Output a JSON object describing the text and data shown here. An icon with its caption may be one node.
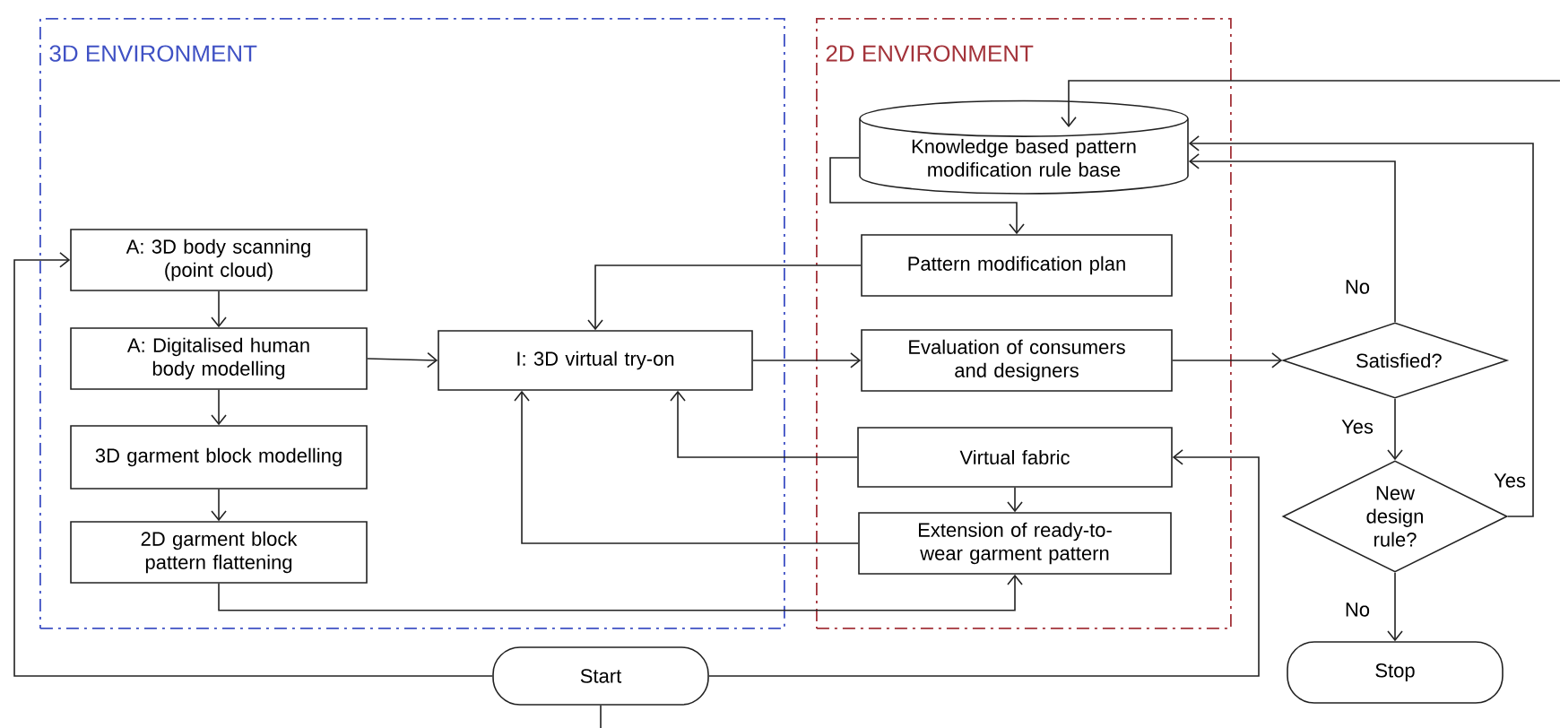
{
  "diagram": {
    "nodes": [
      {
        "text": [
          "3D ENVIRONMENT"
        ]
      },
      {
        "text": [
          "A: 3D body scanning (point cloud)"
        ],
        "in": 0
      },
      {
        "text": [
          "A: Digitalised human body modelling"
        ],
        "in": 0
      },
      {
        "text": [
          "3D garment block modelling"
        ],
        "in": 0
      },
      {
        "text": [
          "2D garment block pattern flattening"
        ],
        "in": 0
      },
      {
        "text": [
          "I: 3D virtual try-on"
        ],
        "in": 0
      },
      {
        "text": [
          "2D ENVIRONMENT"
        ]
      },
      {
        "text": [
          "Knowledge based pattern modification rule base"
        ],
        "in": 6
      },
      {
        "text": [
          "Pattern modification plan"
        ],
        "in": 6
      },
      {
        "text": [
          "Evaluation of consumers and designers"
        ],
        "in": 6
      },
      {
        "text": [
          "Virtual fabric"
        ],
        "in": 6
      },
      {
        "text": [
          "Extension of ready-to-wear garment pattern"
        ],
        "in": 6
      },
      {
        "text": [
          "Satisfied?"
        ]
      },
      {
        "text": [
          "New design rule?"
        ]
      },
      {
        "text": [
          "Start"
        ]
      },
      {
        "text": [
          "Stop"
        ]
      }
    ],
    "edges": [
      {
        "from": 14,
        "to": 1,
        "arrow": "to"
      },
      {
        "from": 14,
        "to": 10,
        "arrow": "to"
      },
      {
        "from": 14,
        "to": null,
        "arrow": "none"
      },
      {
        "from": null,
        "to": 7,
        "arrow": "to"
      },
      {
        "from": 1,
        "to": 2,
        "arrow": "to"
      },
      {
        "from": 2,
        "to": 3,
        "arrow": "to"
      },
      {
        "from": 3,
        "to": 4,
        "arrow": "to"
      },
      {
        "from": 2,
        "to": 5,
        "arrow": "to"
      },
      {
        "from": 4,
        "to": 11,
        "arrow": "to"
      },
      {
        "from": 7,
        "to": 8,
        "arrow": "to"
      },
      {
        "from": 8,
        "to": 5,
        "arrow": "to"
      },
      {
        "from": 5,
        "to": 9,
        "arrow": "to"
      },
      {
        "from": 10,
        "to": 5,
        "arrow": "to"
      },
      {
        "from": 10,
        "to": 11,
        "arrow": "to"
      },
      {
        "from": 11,
        "to": 5,
        "arrow": "to"
      },
      {
        "from": 9,
        "to": 12,
        "arrow": "to"
      },
      {
        "from": 12,
        "to": 7,
        "arrow": "to",
        "label": "No"
      },
      {
        "from": 12,
        "to": 13,
        "arrow": "to",
        "label": "Yes"
      },
      {
        "from": 13,
        "to": 7,
        "arrow": "to",
        "label": "Yes"
      },
      {
        "from": 13,
        "to": 15,
        "arrow": "to",
        "label": "No"
      }
    ]
  }
}
